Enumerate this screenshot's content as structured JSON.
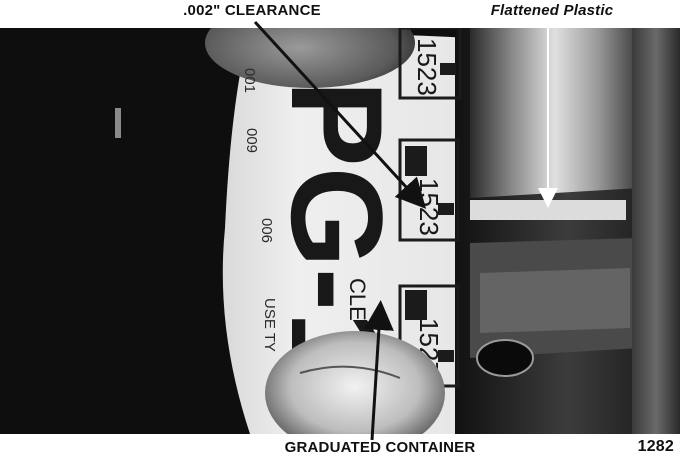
{
  "captions": {
    "clearance_label": ".002\" CLEARANCE",
    "plastic_label": "Flattened Plastic",
    "container_label": "GRADUATED CONTAINER",
    "figure_number": "1282"
  },
  "gauge_print": {
    "brand": "PG-1",
    "scale_upper": "1523",
    "scale_mid": "1523",
    "scale_lower": "1527",
    "marking_1": "001",
    "marking_2": "009",
    "marking_3": "006",
    "use_text": "USE TY",
    "clearance_word": "CLE"
  },
  "colors": {
    "background": "#ffffff",
    "ink": "#111111",
    "photo_dark": "#0d0d0d",
    "metal_light": "#cfcfcf"
  }
}
